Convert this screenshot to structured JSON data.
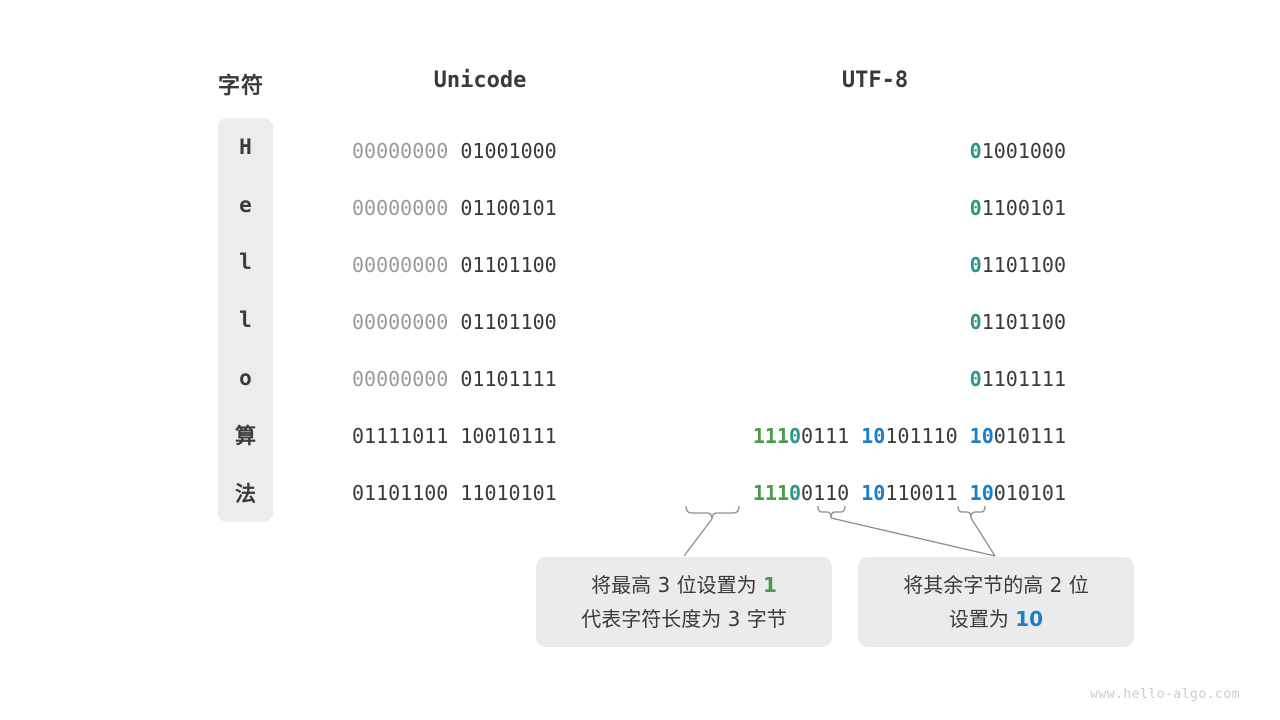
{
  "headers": {
    "character": "字符",
    "unicode": "Unicode",
    "utf8": "UTF-8"
  },
  "rows": [
    {
      "char": "H",
      "char_kind": "latin",
      "unicode": {
        "byte1": "00000000",
        "byte2": "01001000"
      },
      "utf8": {
        "lead_marker": "0",
        "lead_rest": "1001000"
      }
    },
    {
      "char": "e",
      "char_kind": "latin",
      "unicode": {
        "byte1": "00000000",
        "byte2": "01100101"
      },
      "utf8": {
        "lead_marker": "0",
        "lead_rest": "1100101"
      }
    },
    {
      "char": "l",
      "char_kind": "latin",
      "unicode": {
        "byte1": "00000000",
        "byte2": "01101100"
      },
      "utf8": {
        "lead_marker": "0",
        "lead_rest": "1101100"
      }
    },
    {
      "char": "l",
      "char_kind": "latin",
      "unicode": {
        "byte1": "00000000",
        "byte2": "01101100"
      },
      "utf8": {
        "lead_marker": "0",
        "lead_rest": "1101100"
      }
    },
    {
      "char": "o",
      "char_kind": "latin",
      "unicode": {
        "byte1": "00000000",
        "byte2": "01101111"
      },
      "utf8": {
        "lead_marker": "0",
        "lead_rest": "1101111"
      }
    },
    {
      "char": "算",
      "char_kind": "cjk",
      "unicode": {
        "byte1": "01111011",
        "byte2": "10010111"
      },
      "utf8": {
        "lead_ones": "111",
        "lead_zero": "0",
        "lead_rest": "0111",
        "cont1_marker": "10",
        "cont1_rest": "101110",
        "cont2_marker": "10",
        "cont2_rest": "010111"
      }
    },
    {
      "char": "法",
      "char_kind": "cjk",
      "unicode": {
        "byte1": "01101100",
        "byte2": "11010101"
      },
      "utf8": {
        "lead_ones": "111",
        "lead_zero": "0",
        "lead_rest": "0110",
        "cont1_marker": "10",
        "cont1_rest": "110011",
        "cont2_marker": "10",
        "cont2_rest": "010101"
      }
    }
  ],
  "callouts": {
    "lead": {
      "line1_a": "将最高 3 位设置为 ",
      "line1_em": "1",
      "line2": "代表字符长度为 3 字节"
    },
    "continuation": {
      "line1": "将其余字节的高 2 位",
      "line2_a": "设置为 ",
      "line2_em": "10"
    }
  },
  "watermark": "www.hello-algo.com",
  "colors": {
    "dim": "#9a9a9a",
    "dark": "#3a3a3a",
    "teal": "#2e9688",
    "green": "#499a49",
    "blue": "#1a7fc4",
    "panel": "#ececec",
    "callout_bg": "#ebebeb",
    "watermark": "#cbcbcb"
  }
}
